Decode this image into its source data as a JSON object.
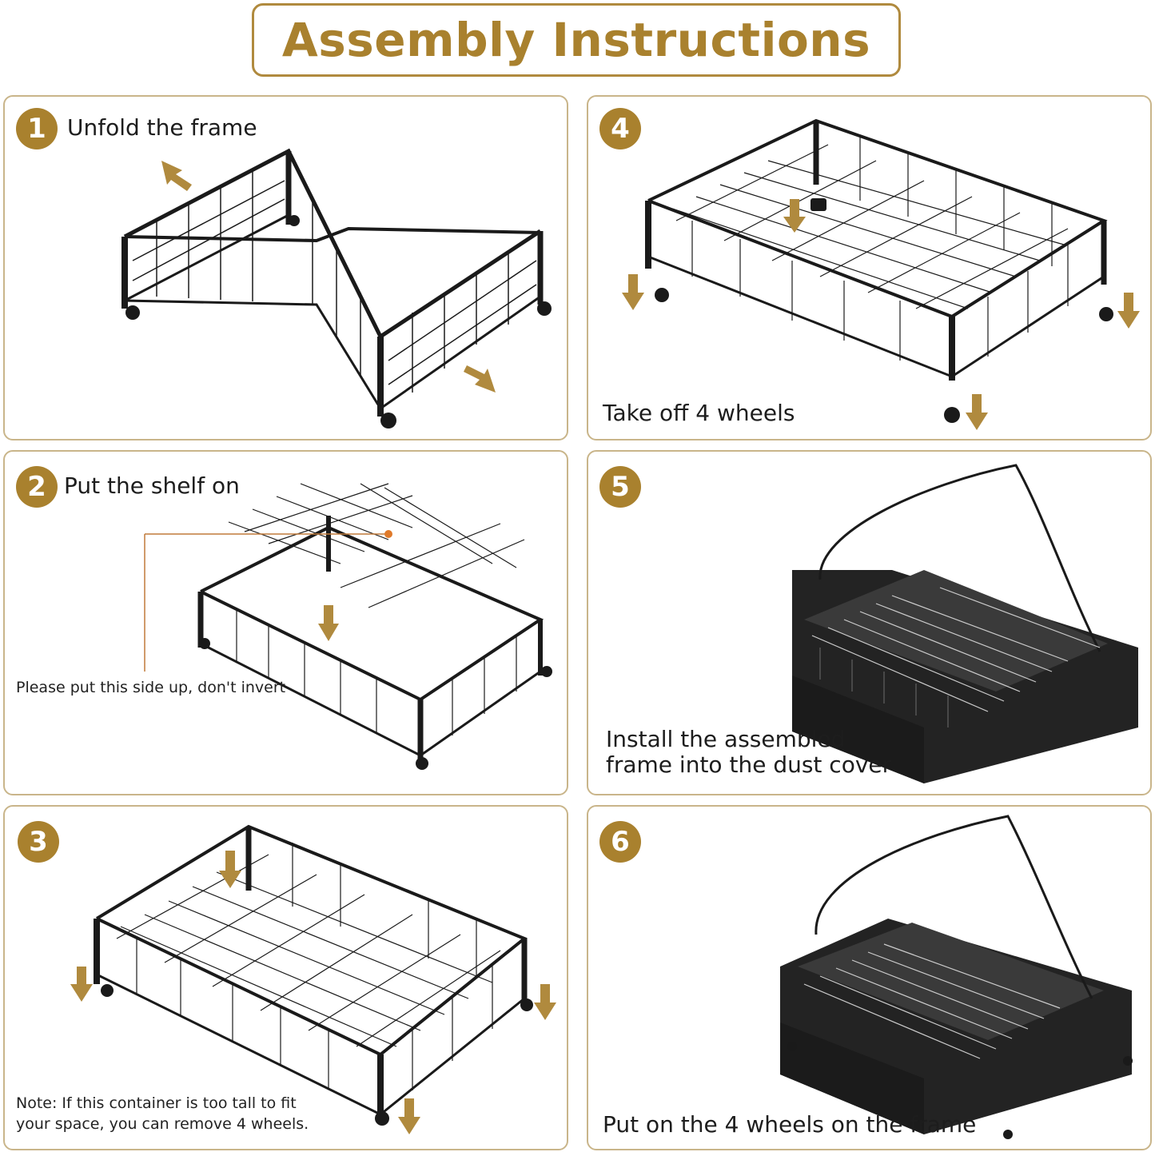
{
  "header": {
    "title": "Assembly Instructions"
  },
  "colors": {
    "accent": "#a9812e",
    "border": "#c9b58a",
    "frame": "#1a1a1a"
  },
  "steps": [
    {
      "number": "1",
      "title": "Unfold the frame"
    },
    {
      "number": "2",
      "title": "Put the shelf on",
      "note": "Please put this side up, don't invert"
    },
    {
      "number": "3",
      "title": "",
      "note_line1": "Note: If this container is too tall to fit",
      "note_line2": "your space, you can remove 4 wheels."
    },
    {
      "number": "4",
      "caption": "Take off 4 wheels"
    },
    {
      "number": "5",
      "caption_line1": "Install the assembled",
      "caption_line2": "frame into the dust cover"
    },
    {
      "number": "6",
      "caption": "Put on the 4 wheels on the frame"
    }
  ]
}
